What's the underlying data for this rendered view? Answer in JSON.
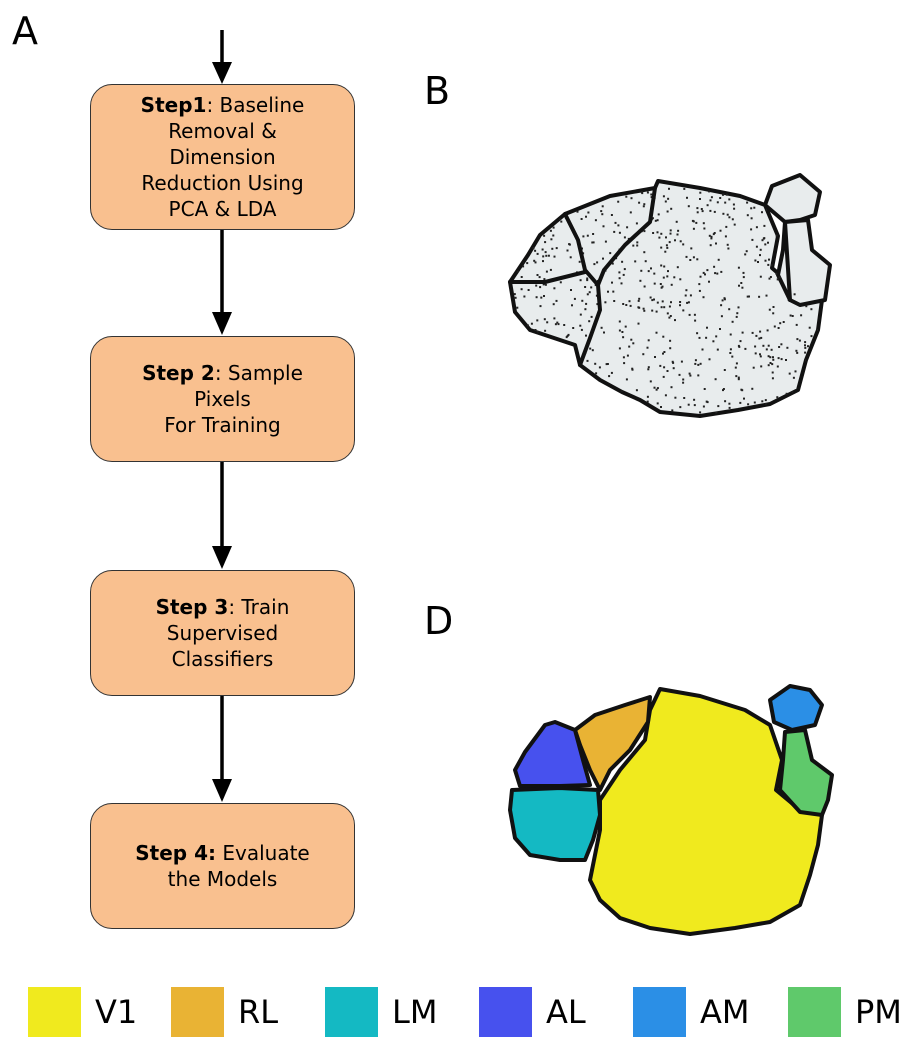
{
  "panels": {
    "a": "A",
    "b": "B",
    "d": "D"
  },
  "steps": [
    {
      "bold": "Step1",
      "rest_first": ": Baseline",
      "lines": [
        "Removal &",
        "Dimension",
        "Reduction Using",
        "PCA & LDA"
      ]
    },
    {
      "bold": "Step 2",
      "rest_first": ": Sample",
      "lines": [
        "Pixels",
        "For Training"
      ]
    },
    {
      "bold": "Step 3",
      "rest_first": ": Train",
      "lines": [
        "Supervised",
        "Classifiers"
      ]
    },
    {
      "bold": "Step 4:",
      "rest_first": " Evaluate",
      "lines": [
        "the Models"
      ]
    }
  ],
  "legend": [
    {
      "label": "V1",
      "color": "#f0ea1e"
    },
    {
      "label": "RL",
      "color": "#e9b334"
    },
    {
      "label": "LM",
      "color": "#14b9c3"
    },
    {
      "label": "AL",
      "color": "#4751ee"
    },
    {
      "label": "AM",
      "color": "#2b8fe6"
    },
    {
      "label": "PM",
      "color": "#5fc96b"
    }
  ],
  "colors": {
    "step_fill": "#f9c08f",
    "map_fill": "#e8eced",
    "outline": "#111111"
  }
}
